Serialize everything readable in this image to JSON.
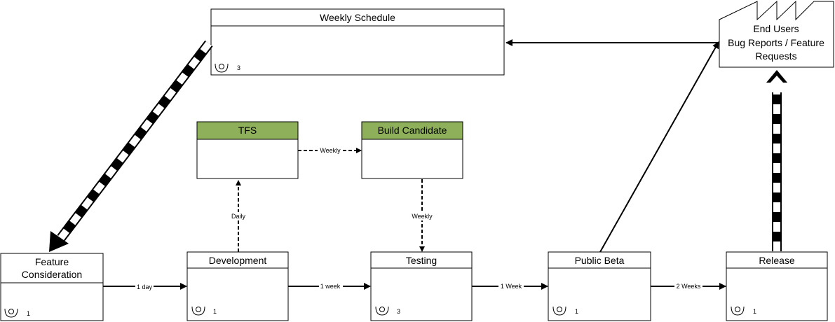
{
  "boxes": {
    "weekly_schedule": {
      "title": "Weekly Schedule",
      "count": "3"
    },
    "end_users": {
      "line1": "End Users",
      "line2": "Bug Reports / Feature",
      "line3": "Requests"
    },
    "tfs": {
      "title": "TFS",
      "fill": "#8eb05a"
    },
    "build_candidate": {
      "title": "Build Candidate",
      "fill": "#8eb05a"
    },
    "feature_consideration": {
      "line1": "Feature",
      "line2": "Consideration",
      "count": "1"
    },
    "development": {
      "title": "Development",
      "count": "1"
    },
    "testing": {
      "title": "Testing",
      "count": "3"
    },
    "public_beta": {
      "title": "Public Beta",
      "count": "1"
    },
    "release": {
      "title": "Release",
      "count": "1"
    }
  },
  "arrows": {
    "fc_to_dev": "1 day",
    "dev_to_test": "1 week",
    "test_to_beta": "1 Week",
    "beta_to_release": "2 Weeks",
    "dev_to_tfs": "Daily",
    "tfs_to_build": "Weekly",
    "build_to_test": "Weekly"
  },
  "icons": {
    "operator": "operator-icon"
  },
  "colors": {
    "header_green": "#8eb05a",
    "line": "#000000"
  }
}
